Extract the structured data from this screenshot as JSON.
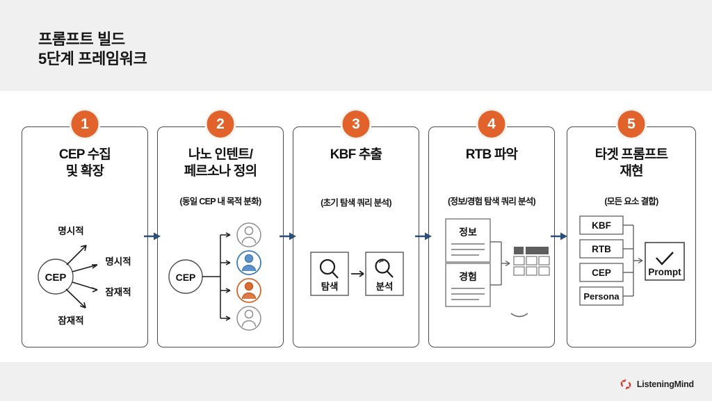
{
  "header": {
    "title_line1": "프롬프트 빌드",
    "title_line2": "5단계 프레임워크"
  },
  "colors": {
    "badge_orange": "#E2622C",
    "connector_blue": "#2C4E7A",
    "header_band": "#F0F0F0",
    "card_border": "#4A4A4A",
    "persona_blue": "#4E87C0",
    "persona_orange": "#DC6B32",
    "logo_red": "#D7342A"
  },
  "cards": [
    {
      "number": "1",
      "title": "CEP 수집\n및 확장",
      "subtitle": "",
      "figure": {
        "type": "cep-fanout",
        "center_label": "CEP",
        "branch_labels": [
          "명시적",
          "명시적",
          "잠재적",
          "잠재적"
        ]
      }
    },
    {
      "number": "2",
      "title": "나노 인텐트/\n페르소나 정의",
      "subtitle": "(동일 CEP 내 목적 분화)",
      "figure": {
        "type": "cep-personas",
        "center_label": "CEP",
        "personas": [
          "gray",
          "blue",
          "orange",
          "gray"
        ]
      }
    },
    {
      "number": "3",
      "title": "KBF 추출",
      "subtitle": "(초기 탐색 쿼리 분석)",
      "figure": {
        "type": "search-analyze",
        "box1_label": "탐색",
        "box2_label": "분석",
        "box1_icon": "magnifier-icon",
        "box2_icon": "magnifier-icon"
      }
    },
    {
      "number": "4",
      "title": "RTB 파악",
      "subtitle": "(정보/경험 탐색 쿼리 분석)",
      "figure": {
        "type": "docs-to-table",
        "doc1_label": "정보",
        "doc2_label": "경험",
        "output_icon": "table-grid-icon"
      }
    },
    {
      "number": "5",
      "title": "타겟 프롬프트\n재현",
      "subtitle": "(모든 요소 결합)",
      "figure": {
        "type": "merge-to-prompt",
        "inputs": [
          "KBF",
          "RTB",
          "CEP",
          "Persona"
        ],
        "output_label": "Prompt",
        "output_icon": "check-icon"
      }
    }
  ],
  "connectors": [
    {
      "name": "arrow-1-to-2"
    },
    {
      "name": "arrow-2-to-3"
    },
    {
      "name": "arrow-3-to-4"
    },
    {
      "name": "arrow-4-to-5"
    }
  ],
  "footer": {
    "brand_name": "ListeningMind",
    "brand_icon": "listeningmind-logo-icon"
  }
}
